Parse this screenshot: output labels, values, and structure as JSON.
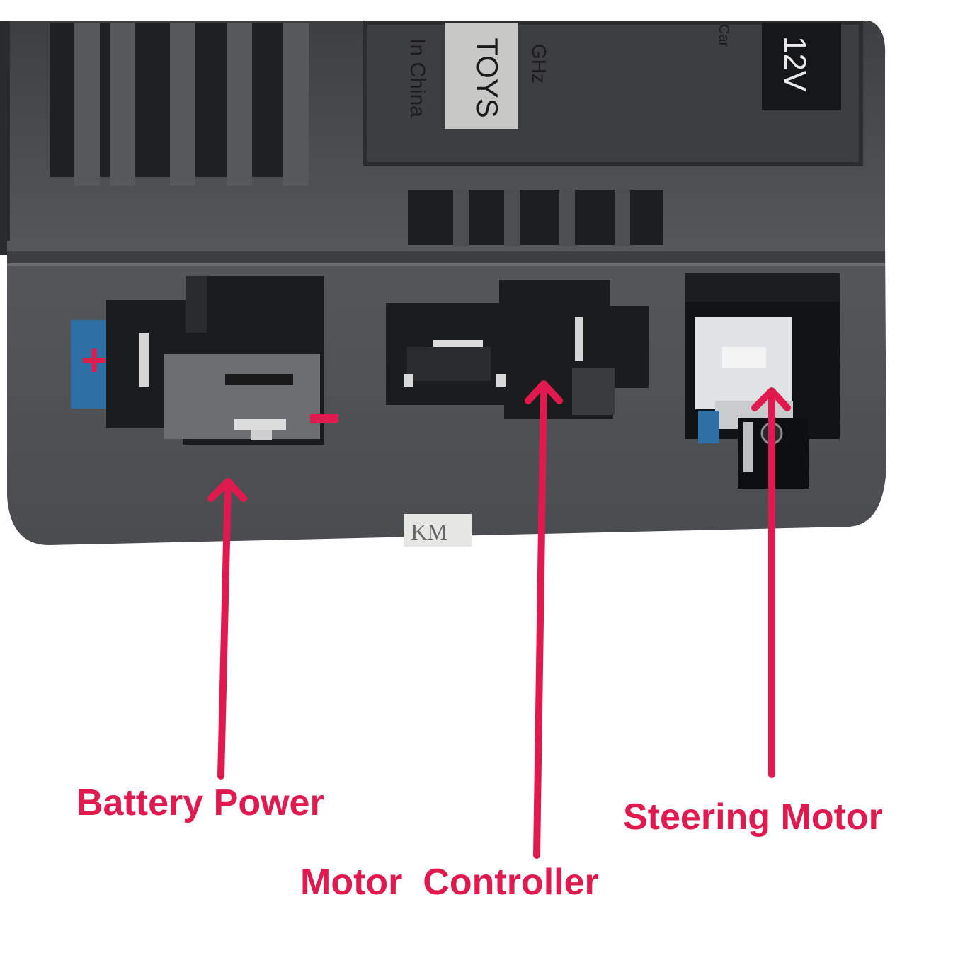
{
  "colors": {
    "accent": "#e01a4f",
    "housing": "#4a4c4e",
    "housing_dark": "#2c2d2f",
    "white": "#ffffff"
  },
  "device": {
    "voltage_badge": "12V",
    "sticker_text": "TOYS",
    "frequency_text": "GHz",
    "origin_text": "In China",
    "car_text": "Car",
    "bottom_tag_text": "KM"
  },
  "polarity": {
    "plus": "+",
    "minus": "-"
  },
  "callouts": [
    {
      "id": "battery-power",
      "label": "Battery Power"
    },
    {
      "id": "motor-controller",
      "label": "Motor  Controller"
    },
    {
      "id": "steering-motor",
      "label": "Steering Motor"
    }
  ]
}
